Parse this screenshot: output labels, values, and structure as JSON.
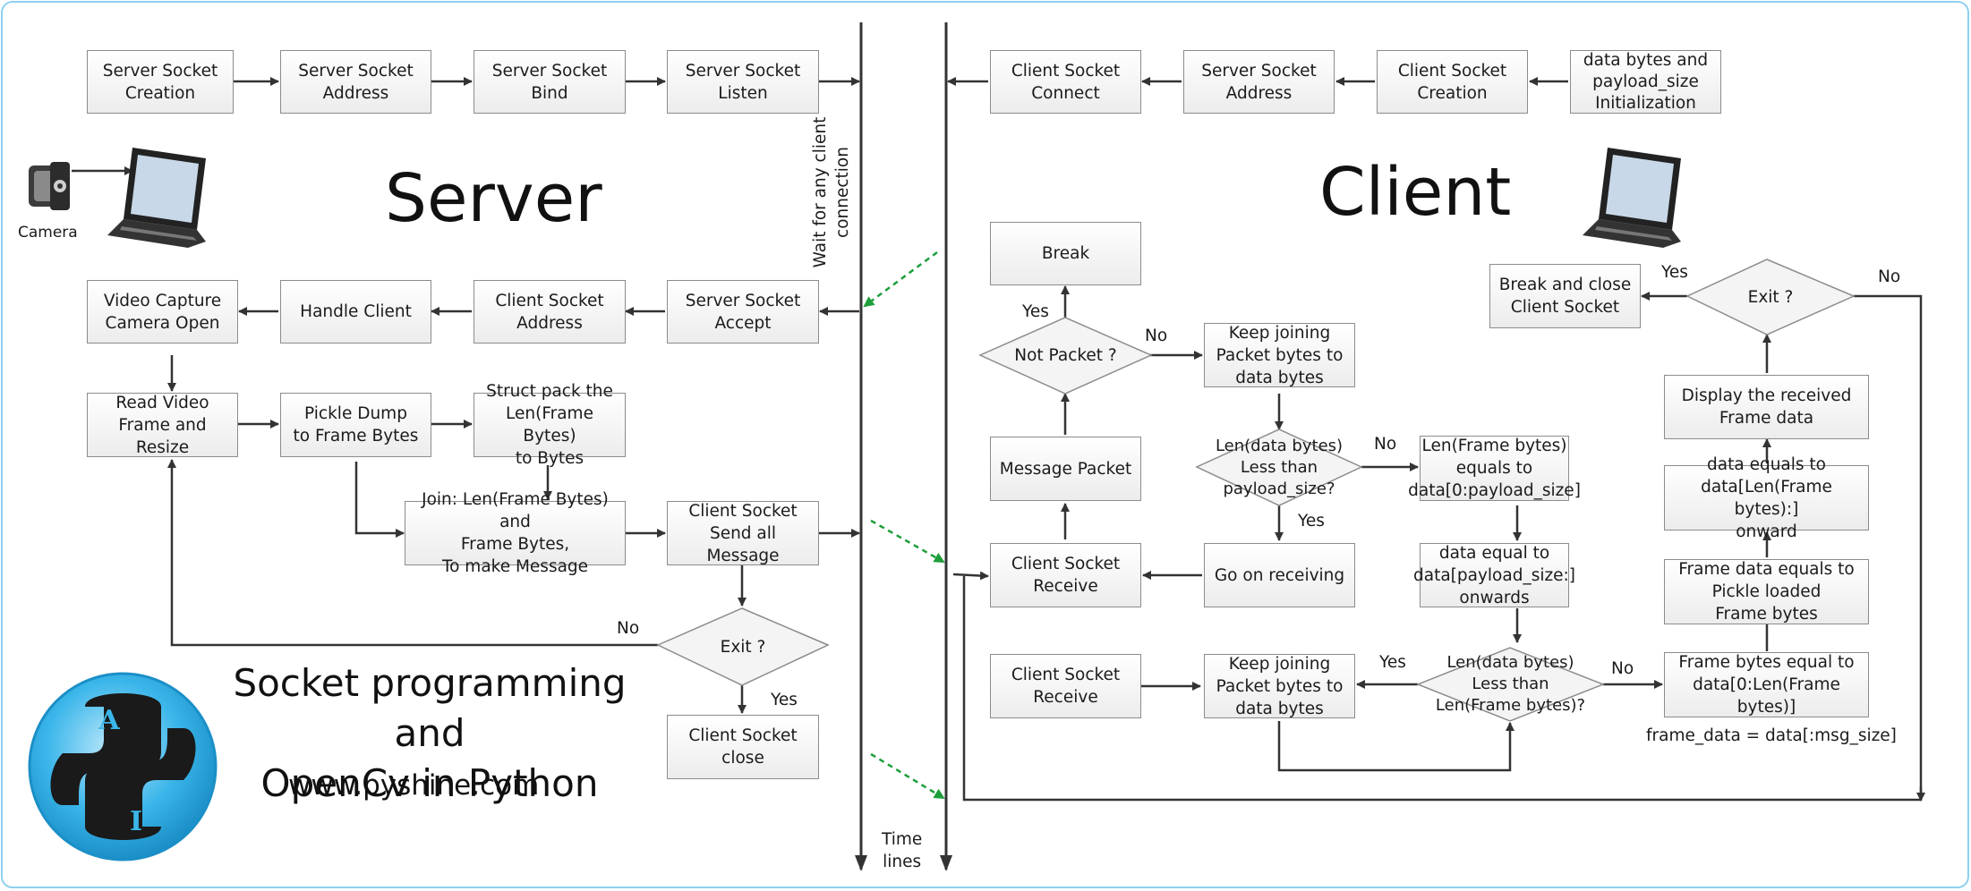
{
  "titles": {
    "server": "Server",
    "client": "Client",
    "subtitle": "Socket programming and\nOpenCv in Python",
    "url": "www.pyshine.com",
    "camera": "Camera",
    "wait": "Wait for any client\nconnection",
    "timelines": "Time\nlines",
    "logo_letters": "A I"
  },
  "server": {
    "creation": "Server Socket\nCreation",
    "address": "Server Socket\nAddress",
    "bind": "Server Socket\nBind",
    "listen": "Server Socket\nListen",
    "video_capture": "Video Capture\nCamera Open",
    "handle_client": "Handle Client",
    "client_address": "Client Socket\nAddress",
    "accept": "Server Socket\nAccept",
    "read_frame": "Read Video\nFrame and Resize",
    "pickle_dump": "Pickle Dump\nto Frame Bytes",
    "struct_pack": "Struct pack the\nLen(Frame Bytes)\nto Bytes",
    "join": "Join: Len(Frame Bytes) and\nFrame Bytes,\nTo make Message",
    "send_all": "Client Socket\nSend all Message",
    "exit": "Exit ?",
    "close": "Client Socket\nclose",
    "no": "No",
    "yes": "Yes"
  },
  "client": {
    "connect": "Client Socket\nConnect",
    "address": "Server Socket\nAddress",
    "creation": "Client Socket\nCreation",
    "init": "data bytes and\npayload_size\nInitialization",
    "break": "Break",
    "not_packet": "Not Packet ?",
    "keep_joining_1": "Keep joining\nPacket bytes to\ndata bytes",
    "message_packet": "Message Packet",
    "len_data_1": "Len(data bytes)\nLess than\npayload_size?",
    "len_frame_equals": "Len(Frame bytes)\nequals to\ndata[0:payload_size]",
    "client_receive_1": "Client Socket\nReceive",
    "go_on": "Go on receiving",
    "data_equal": "data equal to\ndata[payload_size:]\nonwards",
    "client_receive_2": "Client Socket\nReceive",
    "keep_joining_2": "Keep joining\nPacket bytes to\ndata bytes",
    "len_data_2": "Len(data bytes)\nLess than\nLen(Frame bytes)?",
    "frame_bytes_equal": "Frame bytes equal to\ndata[0:Len(Frame bytes)]",
    "frame_data_note": "frame_data = data[:msg_size]",
    "frame_data_pickle": "Frame data equals to\nPickle loaded\nFrame bytes",
    "data_onward": "data equals to\ndata[Len(Frame bytes):]\nonward",
    "display": "Display the received\nFrame data",
    "exit": "Exit ?",
    "break_close": "Break and close\nClient Socket",
    "yes": "Yes",
    "no": "No"
  },
  "colors": {
    "arrow": "#333333",
    "box_border": "#8c8c8c",
    "dashed_arrow": "#1e9e3a",
    "frame_border": "#8fd0ee",
    "logo_blue": "#3bb6ea"
  }
}
